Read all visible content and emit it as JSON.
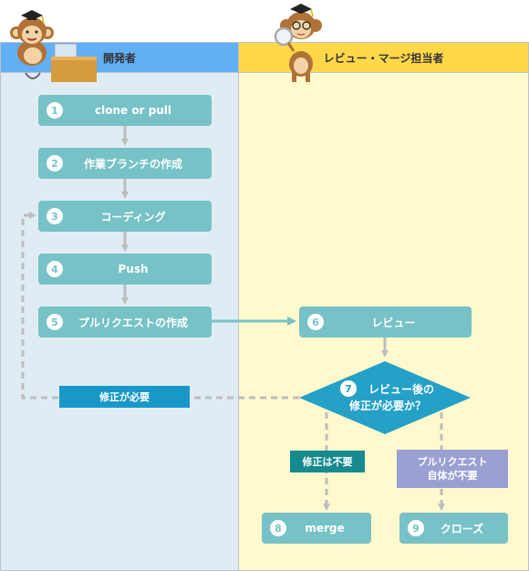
{
  "lanes": {
    "developer": "開発者",
    "reviewer": "レビュー・マージ担当者"
  },
  "steps": [
    {
      "num": "1",
      "label": "clone or pull"
    },
    {
      "num": "2",
      "label": "作業ブランチの作成"
    },
    {
      "num": "3",
      "label": "コーディング"
    },
    {
      "num": "4",
      "label": "Push"
    },
    {
      "num": "5",
      "label": "プルリクエストの作成"
    },
    {
      "num": "6",
      "label": "レビュー"
    },
    {
      "num": "8",
      "label": "merge"
    },
    {
      "num": "9",
      "label": "クローズ"
    }
  ],
  "decision": {
    "num": "7",
    "line1": "レビュー後の",
    "line2": "修正が必要か？"
  },
  "tags": {
    "needs_fix": "修正が必要",
    "no_fix": "修正は不要",
    "pr_not_needed_1": "プルリクエスト",
    "pr_not_needed_2": "自体が不要"
  },
  "colors": {
    "step": "#76c2c6",
    "dev_lane": "#e0ecf4",
    "dev_head": "#62aff5",
    "rev_lane": "#fff9cd",
    "rev_head": "#ffd84a",
    "diamond": "#25a0c6",
    "needs_fix_tag": "#1998c8",
    "no_fix_tag": "#168a8e",
    "pr_not_needed_tag": "#9aa0d2",
    "arrow": "#bdbdbd"
  },
  "icons": [
    "developer-monkey-icon",
    "reviewer-monkey-icon"
  ]
}
